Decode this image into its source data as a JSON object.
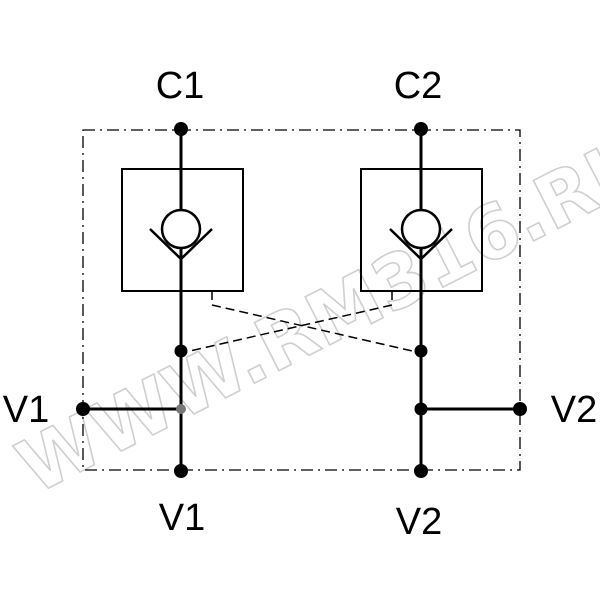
{
  "ports": {
    "c1": "C1",
    "c2": "C2",
    "v1_left": "V1",
    "v1_bottom": "V1",
    "v2_right": "V2",
    "v2_bottom": "V2"
  },
  "watermark": "WWW.RM316.RU",
  "colors": {
    "line": "#000000",
    "watermark": "#cfcfcf",
    "background": "#ffffff"
  },
  "symbols": [
    "check-valve-icon",
    "check-valve-icon"
  ]
}
